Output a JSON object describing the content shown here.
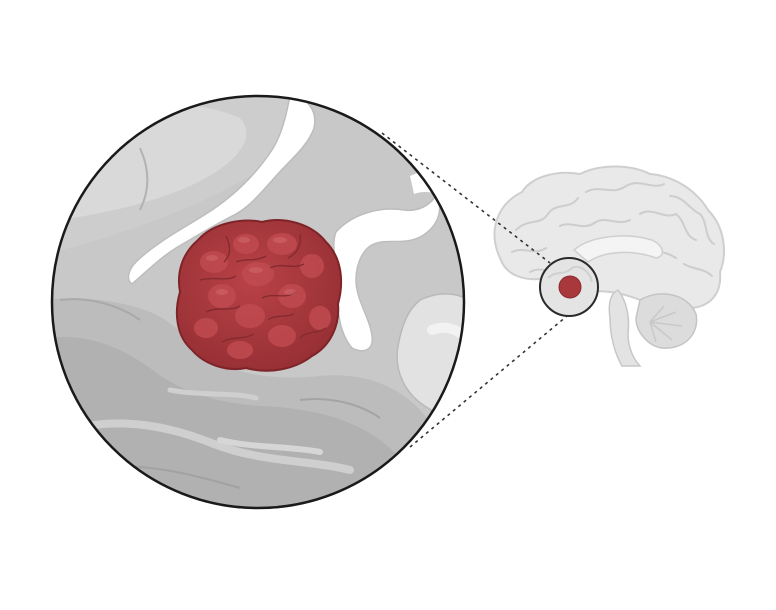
{
  "figure": {
    "subject": "brain-tumor-magnified-view",
    "colors": {
      "background": "#ffffff",
      "tumor": "#a8383c",
      "tumor_dark": "#8a2a2f",
      "tumor_light": "#c24a4f",
      "tissue_light": "#d8d8d8",
      "tissue_mid": "#c3c3c3",
      "tissue_dark": "#a9a9a9",
      "outline": "#1a1a1a",
      "brain_fill": "#e6e6e6",
      "brain_line": "#c9c9c9"
    },
    "icons": {
      "magnifier_callout": "magnified-circle",
      "brain": "sagittal-brain-icon",
      "tumor": "tumor-blob"
    }
  }
}
